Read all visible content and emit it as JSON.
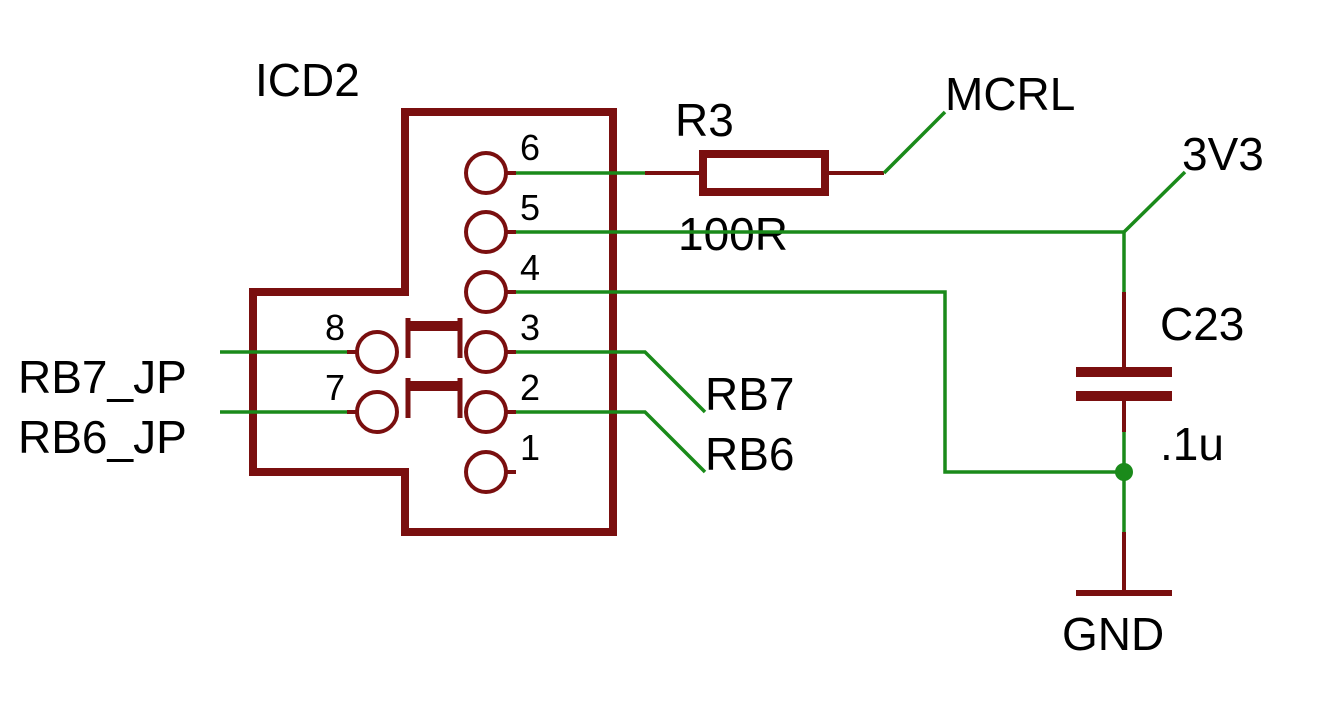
{
  "connector": {
    "name": "ICD2",
    "pins": [
      "1",
      "2",
      "3",
      "4",
      "5",
      "6",
      "7",
      "8"
    ]
  },
  "resistor": {
    "name": "R3",
    "value": "100R"
  },
  "capacitor": {
    "name": "C23",
    "value": ".1u"
  },
  "nets": {
    "mcrl": "MCRL",
    "v33": "3V3",
    "gnd": "GND",
    "rb7": "RB7",
    "rb6": "RB6",
    "rb7_jp": "RB7_JP",
    "rb6_jp": "RB6_JP"
  },
  "colors": {
    "symbol": "#7a0f0f",
    "wire": "#1a8a1a",
    "text": "#000000",
    "background": "#ffffff"
  }
}
